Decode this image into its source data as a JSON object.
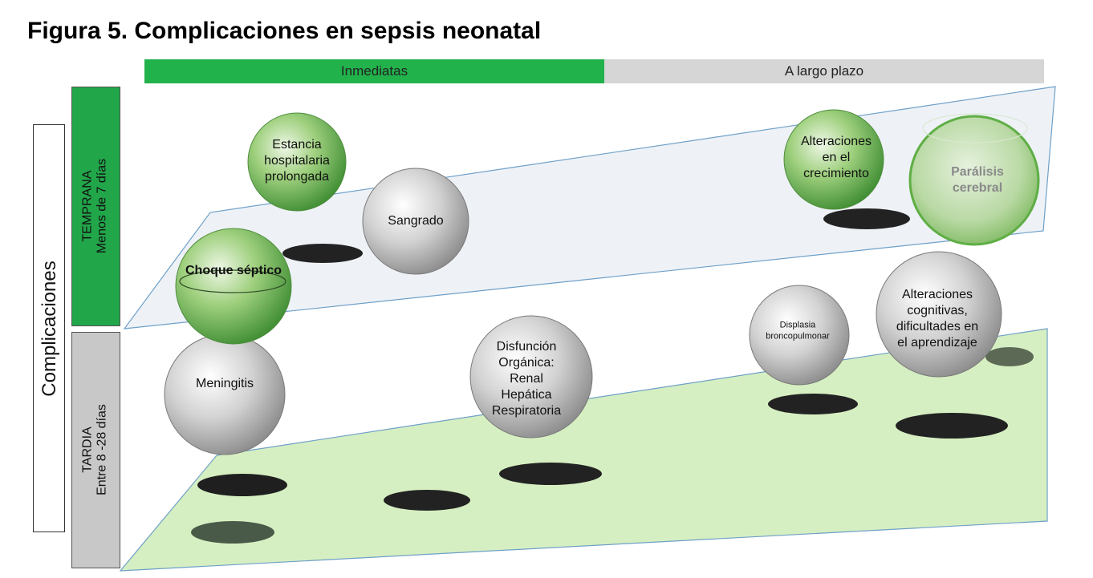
{
  "title": "Figura 5. Complicaciones en sepsis neonatal",
  "header": {
    "immediate": "Inmediatas",
    "long_term": "A largo plazo"
  },
  "side_label": "Complicaciones",
  "bands": {
    "temprana": {
      "line1": "TEMPRANA",
      "line2": "Menos de 7 días"
    },
    "tardia": {
      "line1": "TARDIA",
      "line2": "Entre 8 -28 días"
    }
  },
  "colors": {
    "immediate_bar": "#22b24c",
    "long_term_bar": "#d6d6d6",
    "temprana_band": "#22a64a",
    "tardia_band": "#c8c8c8",
    "upper_plane": "#eef2f7",
    "lower_plane": "#d6efc2",
    "green_sphere": "#6ab04c",
    "gray_sphere": "#bdbdbd"
  },
  "complications": {
    "estancia": {
      "lines": [
        "Estancia",
        "hospitalaria",
        "prolongada"
      ]
    },
    "sangrado": {
      "lines": [
        "Sangrado"
      ]
    },
    "choque": {
      "lines": [
        "Choque séptico"
      ]
    },
    "alteraciones_crecimiento": {
      "lines": [
        "Alteraciones",
        "en el",
        "crecimiento"
      ]
    },
    "paralisis": {
      "lines": [
        "Parálisis",
        "cerebral"
      ]
    },
    "meningitis": {
      "lines": [
        "Meningitis"
      ]
    },
    "disfuncion": {
      "lines": [
        "Disfunción",
        "Orgánica:",
        "Renal",
        "Hepática",
        "Respiratoria"
      ]
    },
    "displasia": {
      "lines": [
        "Displasia",
        "broncopulmonar"
      ]
    },
    "cognitivas": {
      "lines": [
        "Alteraciones",
        "cognitivas,",
        "dificultades en",
        "el aprendizaje"
      ]
    }
  }
}
